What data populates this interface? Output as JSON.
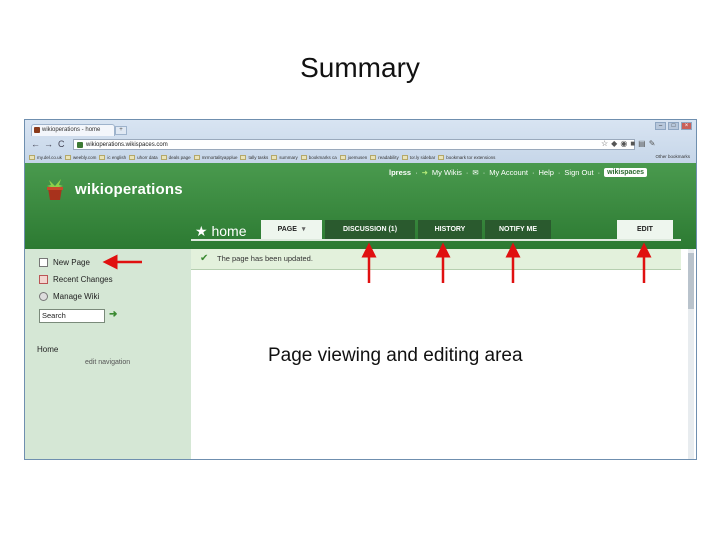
{
  "slide": {
    "title": "Summary",
    "area_label": "Page viewing and editing area"
  },
  "browser": {
    "tab_title": "wikioperations - home",
    "url": "wikioperations.wikispaces.com",
    "bookmarks": [
      "my.del.co.uk",
      "weebly.com",
      "ic english",
      "uhorr data",
      "deals page",
      "mrmortalityapplue",
      "tally tasks",
      "summary",
      "bookmarks ca",
      "joemusen",
      "readability",
      "tor.ly sidebar",
      "bookmark tor extensions"
    ],
    "other_bookmarks": "Other bookmarks",
    "nav": {
      "back": "←",
      "forward": "→",
      "reload": "C"
    }
  },
  "site": {
    "name": "wikioperations",
    "topnav": {
      "user": "lpress",
      "my_wikis": "My Wikis",
      "my_account": "My Account",
      "help": "Help",
      "sign_out": "Sign Out",
      "brand": "wikispaces",
      "sep": "·"
    },
    "page_title": "home",
    "tabs": [
      "PAGE",
      "DISCUSSION (1)",
      "HISTORY",
      "NOTIFY ME"
    ],
    "tab_page_caret": "▾",
    "edit_tab": "EDIT"
  },
  "sidebar": {
    "items": [
      "New Page",
      "Recent Changes",
      "Manage Wiki"
    ],
    "search_value": "Search",
    "home": "Home",
    "edit_navigation": "edit navigation"
  },
  "notice": "The page has been updated.",
  "colors": {
    "arrow": "#e01010",
    "header_green": "#2c7a32"
  }
}
